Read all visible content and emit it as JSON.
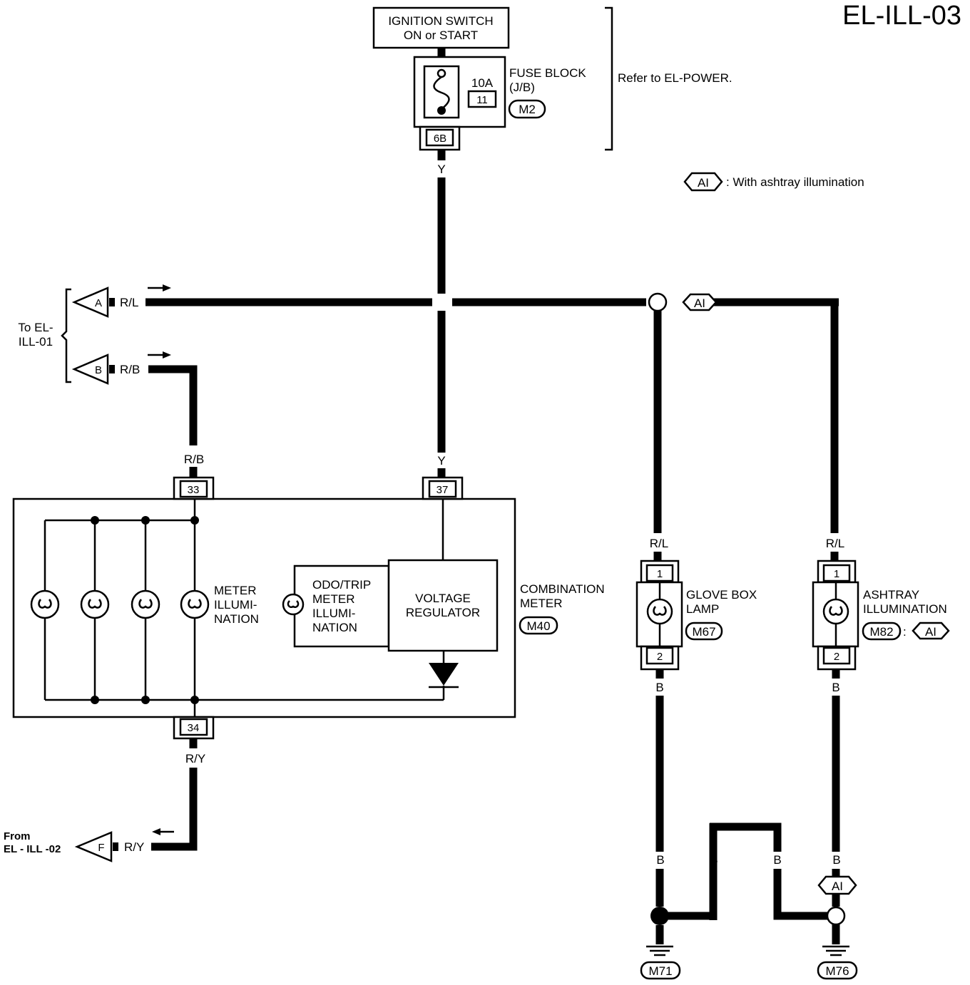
{
  "diagram_id": "EL-ILL-03",
  "power": {
    "ignition_switch_line1": "IGNITION SWITCH",
    "ignition_switch_line2": "ON or START",
    "fuse_block_line1": "FUSE BLOCK",
    "fuse_block_line2": "(J/B)",
    "fuse_rating": "10A",
    "fuse_number": "11",
    "fuse_connector": "M2",
    "fuse_terminal": "6B",
    "refer_note": "Refer to EL-POWER."
  },
  "legend": {
    "symbol": "AI",
    "text": ": With ashtray illumination"
  },
  "left_connectors": {
    "to_label_line1": "To EL-",
    "to_label_line2": "ILL-01",
    "a_letter": "A",
    "a_wire": "R/L",
    "b_letter": "B",
    "b_wire": "R/B",
    "from_label_line1": "From",
    "from_label_line2": "EL - ILL -02",
    "f_letter": "F",
    "f_wire": "R/Y"
  },
  "combination_meter": {
    "name_line1": "COMBINATION",
    "name_line2": "METER",
    "connector": "M40",
    "terminal_33": "33",
    "terminal_37": "37",
    "terminal_34": "34",
    "wire_33": "R/B",
    "wire_37": "Y",
    "wire_34": "R/Y",
    "meter_illum_line1": "METER",
    "meter_illum_line2": "ILLUMI-",
    "meter_illum_line3": "NATION",
    "odo_line1": "ODO/TRIP",
    "odo_line2": "METER",
    "odo_line3": "ILLUMI-",
    "odo_line4": "NATION",
    "vr_line1": "VOLTAGE",
    "vr_line2": "REGULATOR"
  },
  "wire_y_top": "Y",
  "glove_box": {
    "name_line1": "GLOVE BOX",
    "name_line2": "LAMP",
    "connector": "M67",
    "pin_top": "1",
    "pin_bottom": "2",
    "wire_top": "R/L",
    "wire_bottom": "B"
  },
  "ashtray": {
    "name_line1": "ASHTRAY",
    "name_line2": "ILLUMINATION",
    "connector": "M82",
    "sep": ":",
    "condition": "AI",
    "pin_top": "1",
    "pin_bottom": "2",
    "wire_top": "R/L",
    "wire_bottom": "B"
  },
  "ground": {
    "wire_b1": "B",
    "wire_b2": "B",
    "wire_b3": "B",
    "wire_b4": "B",
    "ground_1": "M71",
    "ground_2": "M76",
    "ai_top": "AI",
    "ai_bottom": "AI"
  }
}
